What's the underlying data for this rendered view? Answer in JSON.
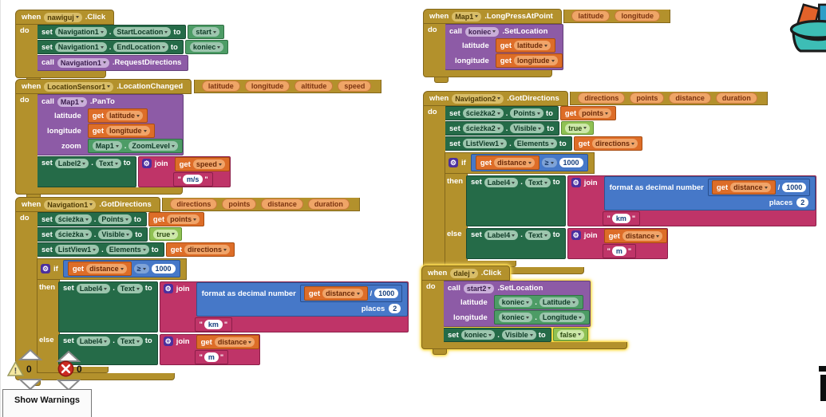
{
  "kw": {
    "when": "when",
    "do": "do",
    "set": "set",
    "to": "to",
    "call": "call",
    "get": "get",
    "if": "if",
    "then": "then",
    "else": "else",
    "join": "join",
    "dot": ".",
    "divide": "/",
    "places": "places",
    "format_decimal": "format as decimal number"
  },
  "colors": {
    "event_gold": "#b3912c",
    "setter_green": "#256b48",
    "caller_purple": "#8d5ba6",
    "getter_orange": "#dd6d28",
    "component_green": "#4d9c66",
    "logic_green": "#90c153",
    "math_blue": "#4678c8",
    "text_crimson": "#bf3468",
    "selection_yellow": "#ffd93b"
  },
  "blocks": {
    "nawiguj_click": {
      "component": "nawiguj",
      "event": ".Click",
      "set_start": {
        "component": "Navigation1",
        "property": "StartLocation",
        "value": "start"
      },
      "set_end": {
        "component": "Navigation1",
        "property": "EndLocation",
        "value": "koniec"
      },
      "call_request": {
        "component": "Navigation1",
        "method": ".RequestDirections"
      }
    },
    "location_changed": {
      "component": "LocationSensor1",
      "event": ".LocationChanged",
      "params": [
        "latitude",
        "longitude",
        "altitude",
        "speed"
      ],
      "call_panto": {
        "component": "Map1",
        "method": ".PanTo",
        "arg_latitude": {
          "label": "latitude",
          "get": "latitude"
        },
        "arg_longitude": {
          "label": "longitude",
          "get": "longitude"
        },
        "arg_zoom": {
          "label": "zoom",
          "component": "Map1",
          "property": "ZoomLevel"
        }
      },
      "set_label": {
        "component": "Label2",
        "property": "Text",
        "get": "speed",
        "string": "m/s"
      }
    },
    "nav1_gotdirections": {
      "component": "Navigation1",
      "event": ".GotDirections",
      "params": [
        "directions",
        "points",
        "distance",
        "duration"
      ],
      "set_points": {
        "component": "ścieżka",
        "property": "Points",
        "get": "points"
      },
      "set_visible": {
        "component": "ścieżka",
        "property": "Visible",
        "value": "true"
      },
      "set_elements": {
        "component": "ListView1",
        "property": "Elements",
        "get": "directions"
      },
      "if_cond": {
        "get": "distance",
        "op": "≥",
        "number": "1000"
      },
      "then_set": {
        "component": "Label4",
        "property": "Text",
        "get": "distance",
        "divisor": "1000",
        "places": "2",
        "string": "km"
      },
      "else_set": {
        "component": "Label4",
        "property": "Text",
        "get": "distance",
        "string": "m"
      }
    },
    "map_longpress": {
      "component": "Map1",
      "event": ".LongPressAtPoint",
      "params": [
        "latitude",
        "longitude"
      ],
      "call_setloc": {
        "component": "koniec",
        "method": ".SetLocation",
        "arg_latitude": {
          "label": "latitude",
          "get": "latitude"
        },
        "arg_longitude": {
          "label": "longitude",
          "get": "longitude"
        }
      }
    },
    "nav2_gotdirections": {
      "component": "Navigation2",
      "event": ".GotDirections",
      "params": [
        "directions",
        "points",
        "distance",
        "duration"
      ],
      "set_points": {
        "component": "ścieżka2",
        "property": "Points",
        "get": "points"
      },
      "set_visible": {
        "component": "ścieżka2",
        "property": "Visible",
        "value": "true"
      },
      "set_elements": {
        "component": "ListView1",
        "property": "Elements",
        "get": "directions"
      },
      "if_cond": {
        "get": "distance",
        "op": "≥",
        "number": "1000"
      },
      "then_set": {
        "component": "Label4",
        "property": "Text",
        "get": "distance",
        "divisor": "1000",
        "places": "2",
        "string": "km"
      },
      "else_set": {
        "component": "Label4",
        "property": "Text",
        "get": "distance",
        "string": "m"
      }
    },
    "dalej_click": {
      "component": "dalej",
      "event": ".Click",
      "call_setloc": {
        "component": "start2",
        "method": ".SetLocation",
        "arg_latitude": {
          "label": "latitude",
          "component": "koniec",
          "property": "Latitude"
        },
        "arg_longitude": {
          "label": "longitude",
          "component": "koniec",
          "property": "Longitude"
        }
      },
      "set_visible": {
        "component": "koniec",
        "property": "Visible",
        "value": "false"
      }
    }
  },
  "status_bar": {
    "warning_count": "0",
    "error_count": "0",
    "warning_glyph": "!",
    "show_warnings_label": "Show Warnings"
  }
}
